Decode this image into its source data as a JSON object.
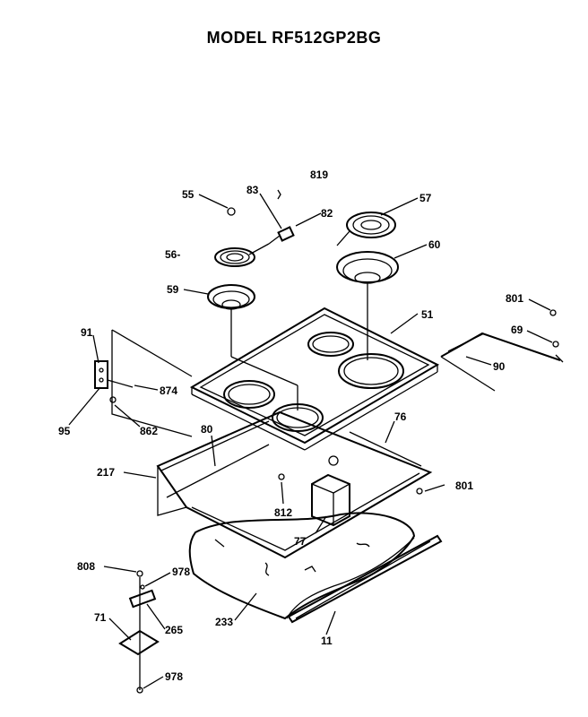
{
  "title": "MODEL RF512GP2BG",
  "parts": {
    "p55": "55",
    "p83": "83",
    "p819": "819",
    "p82": "82",
    "p57": "57",
    "p56": "56-",
    "p60": "60",
    "p59": "59",
    "p801a": "801",
    "p69": "69",
    "p51": "51",
    "p91": "91",
    "p90": "90",
    "p874": "874",
    "p95": "95",
    "p862": "862",
    "p80": "80",
    "p76": "76",
    "p217": "217",
    "p801b": "801",
    "p812": "812",
    "p77": "77",
    "p808": "808",
    "p978a": "978",
    "p71": "71",
    "p265": "265",
    "p233": "233",
    "p11": "11",
    "p978b": "978"
  }
}
